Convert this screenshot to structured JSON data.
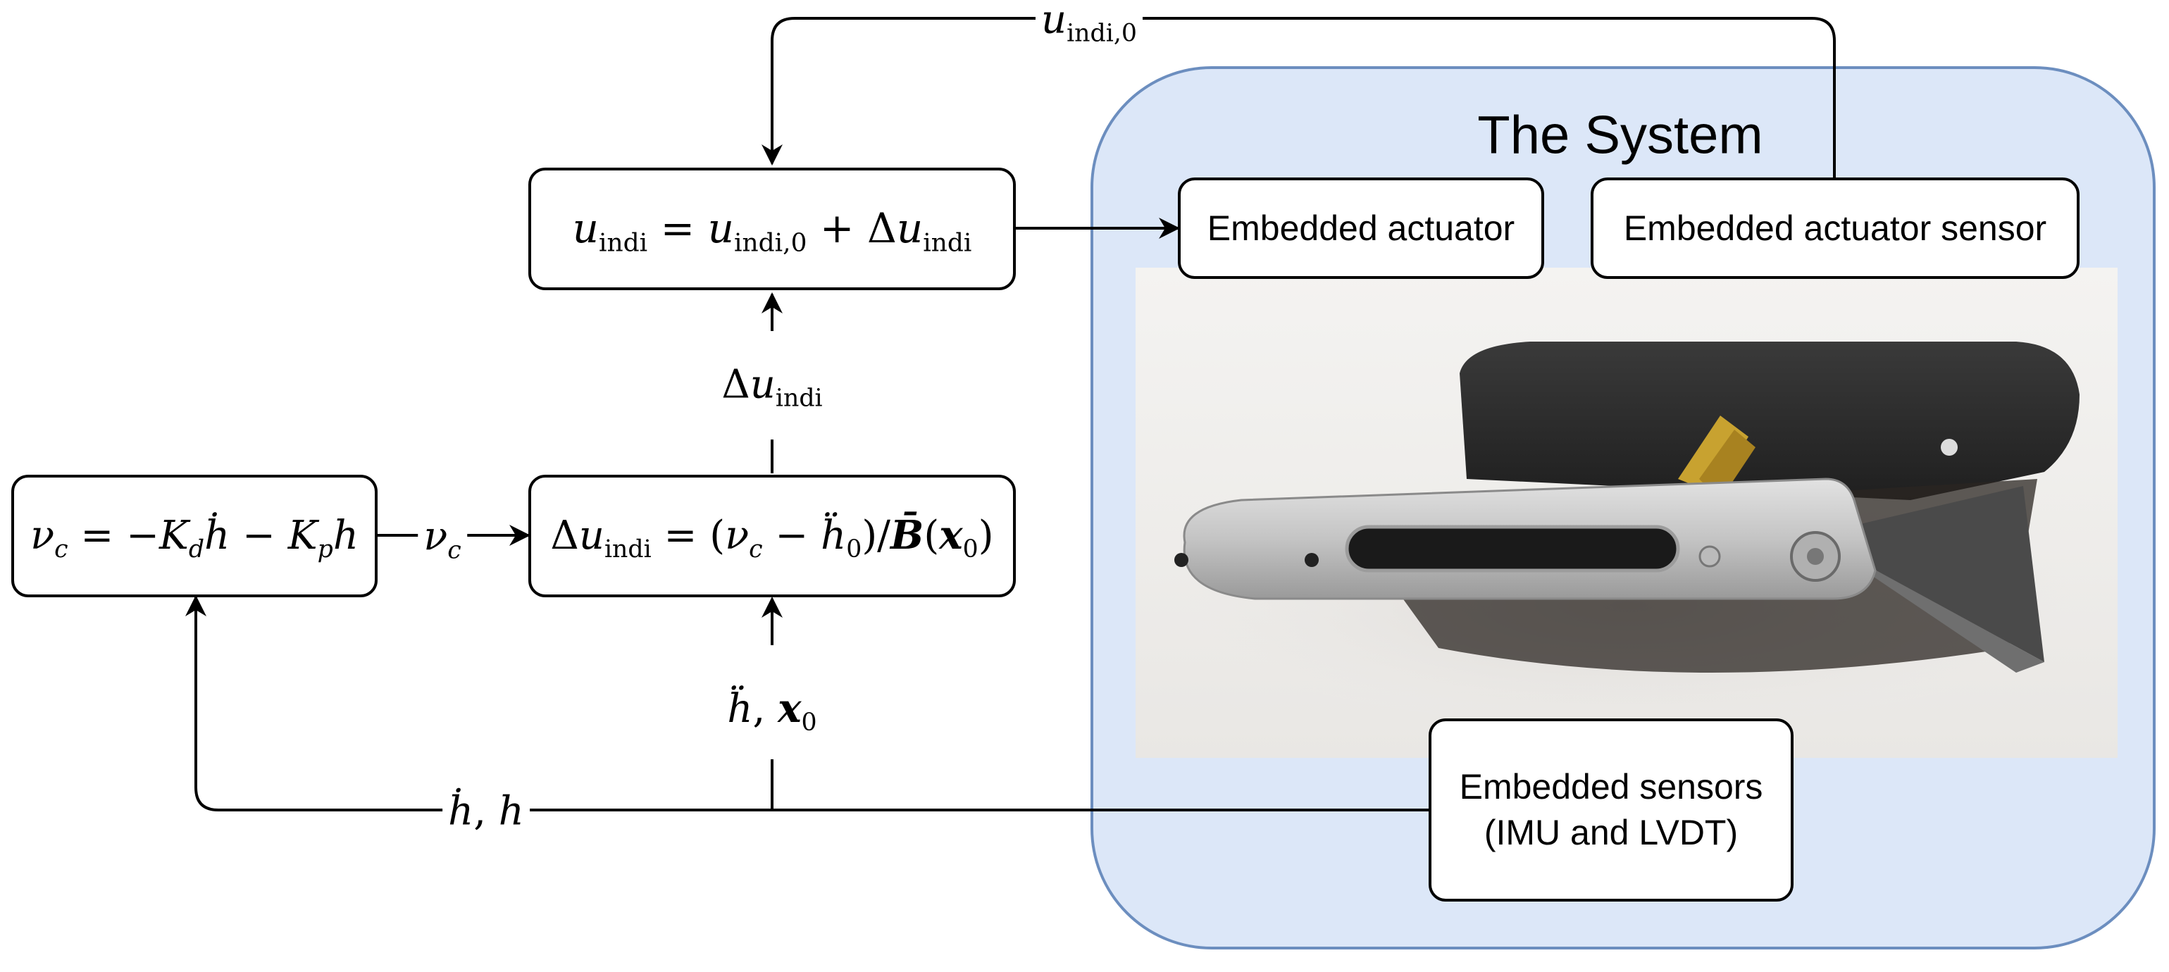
{
  "system": {
    "title": "The System",
    "fill": "#dce7f8",
    "stroke": "#6c8ebf"
  },
  "blocks": {
    "indi_output": "u_indi = u_indi,0 + Δu_indi",
    "indi_increment": "Δu_indi = (ν_c − ḧ_0)/B̄(x_0)",
    "pd_controller": "ν_c = −K_d ḣ − K_p h",
    "actuator": "Embedded actuator",
    "actuator_sensor": "Embedded actuator sensor",
    "sensors_line1": "Embedded sensors",
    "sensors_line2": "(IMU and LVDT)"
  },
  "signals": {
    "u_indi_0": "u_indi,0",
    "delta_u_indi": "Δu_indi",
    "nu_c": "ν_c",
    "hdd_x0": "ḧ, x_0",
    "hd_h": "ḣ, h"
  },
  "photo": {
    "description_icon": "wing-section-photo"
  }
}
